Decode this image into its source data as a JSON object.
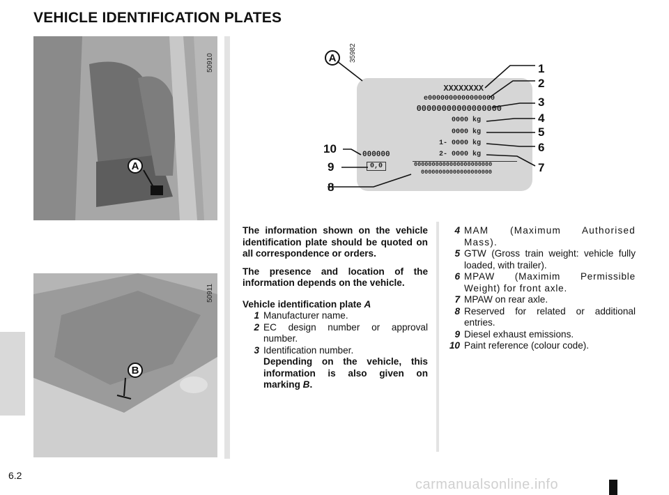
{
  "title": "VEHICLE IDENTIFICATION PLATES",
  "photos": {
    "top_ref": "50910",
    "bottom_ref": "50911",
    "top_callout": "A",
    "bottom_callout": "B"
  },
  "diagram": {
    "ref": "35982",
    "callout": "A",
    "plate_lines": [
      "XXXXXXXX",
      "e0000000000000000",
      "00000000000000000",
      "0000 kg",
      "0000 kg",
      "1- 0000 kg",
      "2- 0000 kg",
      "0000000000000000000000",
      "00000000000000000000",
      "000000",
      "0,0"
    ],
    "numbers": [
      "1",
      "2",
      "3",
      "4",
      "5",
      "6",
      "7",
      "8",
      "9",
      "10"
    ]
  },
  "col1": {
    "p1": "The information shown on the vehicle identification plate should be quoted on all correspondence or orders.",
    "p2": "The presence and location of the information depends on the vehicle.",
    "heading": "Vehicle identification plate",
    "heading_ref": "A",
    "items": [
      {
        "n": "1",
        "t": "Manufacturer name."
      },
      {
        "n": "2",
        "t": "EC design number or approval number."
      },
      {
        "n": "3",
        "t": "Identification number."
      }
    ],
    "note": "Depending on the vehicle, this information is also given on marking",
    "note_ref": "B",
    "note_end": "."
  },
  "col2": {
    "items": [
      {
        "n": "4",
        "t": "MAM (Maximum Authorised Mass)."
      },
      {
        "n": "5",
        "t": "GTW (Gross train weight: vehicle fully loaded, with trailer)."
      },
      {
        "n": "6",
        "t": "MPAW (Maximim Permissible Weight) for front axle."
      },
      {
        "n": "7",
        "t": "MPAW on rear axle."
      },
      {
        "n": "8",
        "t": "Reserved for related or additional entries."
      },
      {
        "n": "9",
        "t": "Diesel exhaust emissions."
      },
      {
        "n": "10",
        "t": "Paint reference (colour code)."
      }
    ]
  },
  "page_number": "6.2",
  "footer": "carmanualsonline.info"
}
